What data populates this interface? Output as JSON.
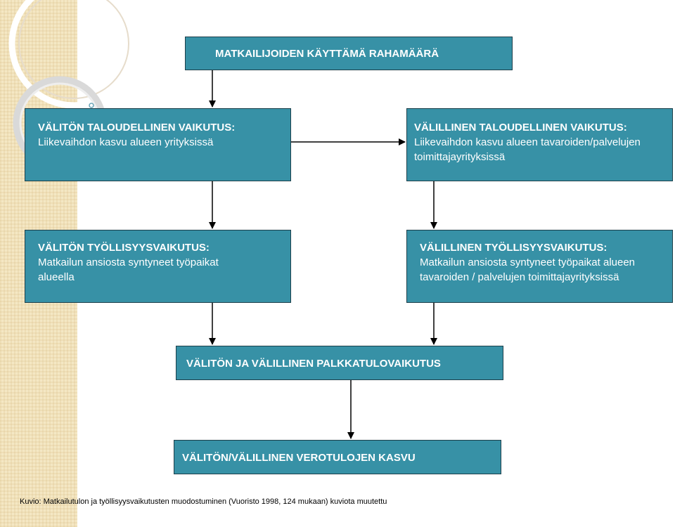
{
  "diagram": {
    "top": {
      "title": "MATKAILIJOIDEN KÄYTTÄMÄ RAHAMÄÄRÄ"
    },
    "direct_economic": {
      "title": "VÄLITÖN TALOUDELLINEN VAIKUTUS:",
      "body": "Liikevaihdon kasvu alueen yrityksissä"
    },
    "indirect_economic": {
      "title": "VÄLILLINEN TALOUDELLINEN VAIKUTUS:",
      "body": "Liikevaihdon kasvu alueen tavaroiden/palvelujen toimittajayrityksissä"
    },
    "direct_employment": {
      "title": "VÄLITÖN TYÖLLISYYSVAIKUTUS:",
      "body": "Matkailun ansiosta syntyneet työpaikat alueella"
    },
    "indirect_employment": {
      "title": "VÄLILLINEN TYÖLLISYYSVAIKUTUS:",
      "body": "Matkailun ansiosta syntyneet työpaikat alueen tavaroiden / palvelujen toimittajayrityksissä"
    },
    "wage_income": {
      "title": "VÄLITÖN JA VÄLILLINEN PALKKATULOVAIKUTUS"
    },
    "tax_revenue": {
      "title": "VÄLITÖN/VÄLILLINEN VEROTULOJEN KASVU"
    },
    "caption": "Kuvio: Matkailutulon ja työllisyysvaikutusten muodostuminen (Vuoristo 1998, 124 mukaan) kuviota muutettu"
  },
  "colors": {
    "box_fill": "#3791a6",
    "box_border": "#1d3f4a",
    "box_text": "#ffffff",
    "arrow": "#000000",
    "side_strip": "#f4e7c4"
  }
}
